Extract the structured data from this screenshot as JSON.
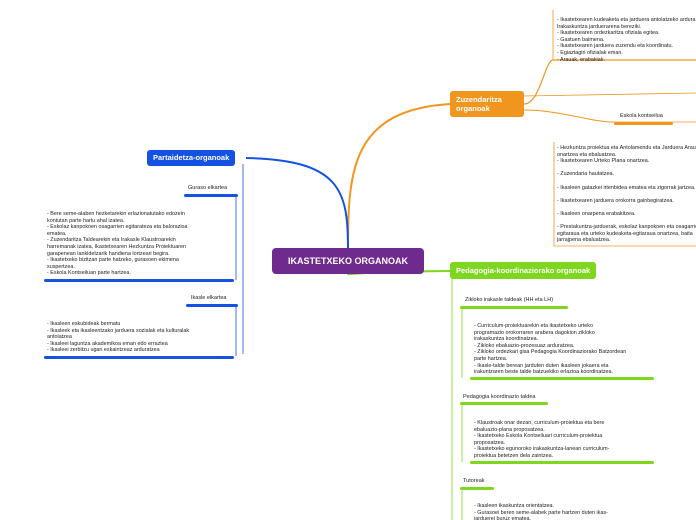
{
  "central": {
    "label": "IKASTETXEKO ORGANOAK"
  },
  "colors": {
    "central": "#6e2a8c",
    "blue": "#1552e3",
    "orange": "#f0961e",
    "green": "#7ed61e"
  },
  "partaidetza": {
    "label": "Partaidetza-organoak",
    "guraso": {
      "label": "Guraso elkartea",
      "text": "- Bere seme-alaben hezketarekin erlazionatutako edozein\nkontutan parte hartu ahal izatea.\n- Eskolaz kanpokoen osagarrien egitarateza eta balorazioa\nematea.\n- Zuzendaritza Taldearekin eta Irakasle Klaustroarekin\nharremanak izatea, Ikastetxearen Hezkuntza Proiektuaren\ngarapenean lankidetzarik handiena lortzeari begira.\n- Ikastetxeko bizitzan parte hatzeko, gurasoen ekimena\nsuspertzea.\n- Eskola Kontseiluan parte hartzea."
    },
    "ikasle": {
      "label": "Ikasle elkartea",
      "text": "- Ikasleen eskubideak bermatu\n- Ikasleek eta ikasleentzako jarduera sozialak eta kulturalak\nantolatzea\n- Ikasleei laguntza akademikoa eman edo erraztea\n- Ikasleei zerbitzu ugari eskaintzeaz arduratzea"
    }
  },
  "zuzendaritza": {
    "label": "Zuzendaritza organoak",
    "top_text": "- Ikastetxearen kudeaketa eta jarduera antolatzeko ardura.\nIrakaskuntza jarduerarena bereziki.\n- Ikastetxearen ordezkaritza ofiziala egitea.\n- Gastuen baimena.\n- Ikastetxearen jarduera zuzendu eta koordinatu.\n- Egiaztagiri ofizialak eman.\n- Arauak, erabakiak.",
    "eskola": {
      "label": "Eskola kontseilua",
      "text": "- Hezkuntza proiektua eta Antolamendu eta Jarduera Arautegia\nonartzea eta ebaluatzea.\n- Ikastetxearen Urteko Plana onartzea.\n\n- Zuzendaria hautatzea.\n\n- Ikasleen gatazkei irtenbidea ematea eta zigorrak jartzea.\n\n- Ikastetxearen jarduera orokorra gainbegiratzea.\n\n- Ikasleen onarpena erabakitzea.\n\n- Prestakuntza-jarduerak, eskolaz kanpokoen eta osagarrien\negitaraua eta urteko kudeaketa-egitaraua onartzea, baita\njarrajpena ebaluatzea."
    }
  },
  "pedagogia": {
    "label": "Pedagogia-koordinaziorako organoak",
    "zikloko": {
      "label": "Zikloko irakasle taldeak (HH eta LH)",
      "text": "- Curriculum-proiektuarekin eta ikastetxeko urteko\nprogramazio orokorraren arabera dagokion zikloko\nirakaskuntza koordinatzea.\n- Zikloko ebaluazio-prozesuaz arduratzea.\n- Zikloko ordezkari gisa Pedagogia Koordinaziorako Batzordean\nparte hartzea.\n- Ikasle-talde berean jarduten duten ikasleen jokaera eta\nirakuntzaren beste talde batzuekiko erlazioa koordinatzea."
    },
    "koordinazio": {
      "label": "Pedagogia koordinazio taldea",
      "text": "- Klaustroak onar dezan, curriculum-proiektua eta bere\nebaluazio-plana proposatzea.\n- Ikastetxeko Eskola Kontseiluari curriculum-proiektua\nproposatzea.\n- Ikastetxeko egunoroko irakaskuntza-lanean curriculum-\nproiektua betetzen dela zaintzea."
    },
    "tutoreak": {
      "label": "Tutoreak",
      "text": "- Ikasleen ikaskuntza orientatzea.\n- Gurasoei beren seme-alabek parte hartzen duten ikas-\njarduerei buruz ematea."
    }
  }
}
